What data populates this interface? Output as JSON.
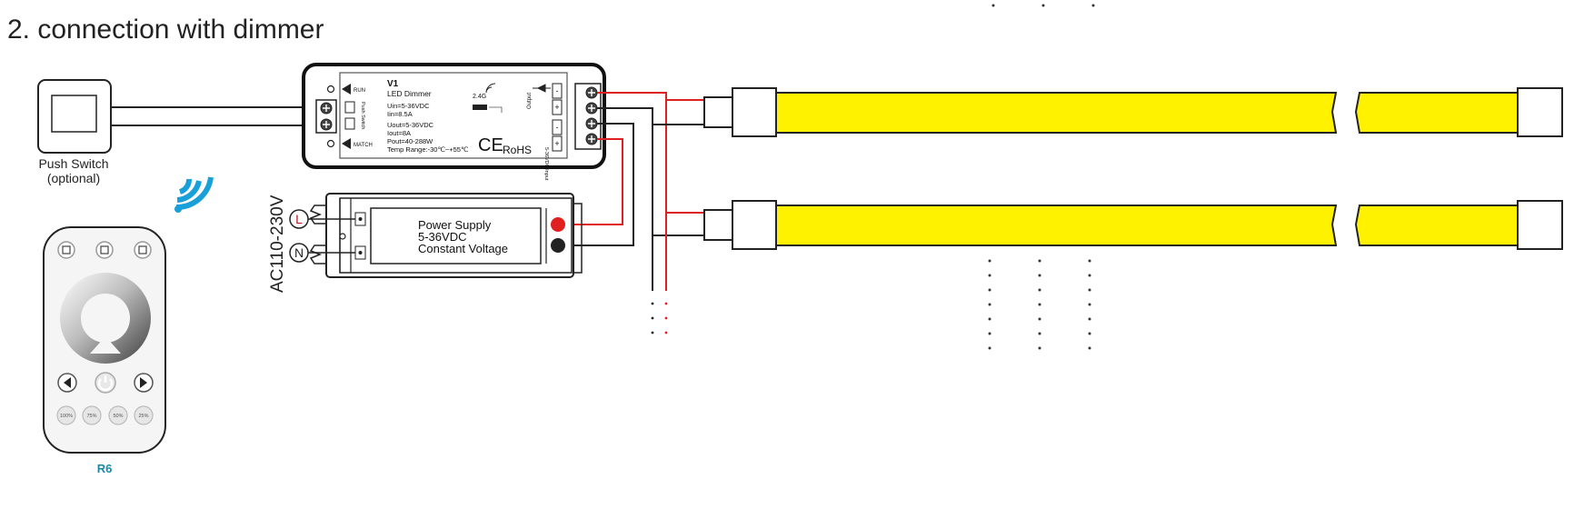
{
  "title": "2. connection with dimmer",
  "push_switch": {
    "label_line1": "Push Switch",
    "label_line2": "(optional)"
  },
  "dimmer": {
    "model": "V1",
    "name": "LED Dimmer",
    "specs": [
      "Uin=5-36VDC",
      "Iin=8.5A",
      "Uout=5-36VDC",
      "Iout=8A",
      "Pout=40-288W",
      "Temp Range:-30℃~+55℃"
    ],
    "run_label": "RUN",
    "match_label": "MATCH",
    "push_label": "Push Switch",
    "output_label": "Output",
    "input_label": "5-36VDC Input",
    "rf_label": "2.4G",
    "ce_mark": "CE",
    "rohs_mark": "RoHS",
    "pin_minus": "-",
    "pin_plus": "+"
  },
  "power_supply": {
    "line1": "Power Supply",
    "line2": "5-36VDC",
    "line3": "Constant Voltage",
    "terminal_l": "L",
    "terminal_n": "N"
  },
  "ac_label": "AC110-230V",
  "remote": {
    "label": "R6",
    "percent_buttons": [
      "100%",
      "75%",
      "50%",
      "25%"
    ]
  },
  "colors": {
    "strip": "#fff200",
    "wire_red": "#e02020",
    "wire_black": "#222222",
    "remote_label": "#1a8aa8",
    "wifi": "#1aa0d8"
  }
}
